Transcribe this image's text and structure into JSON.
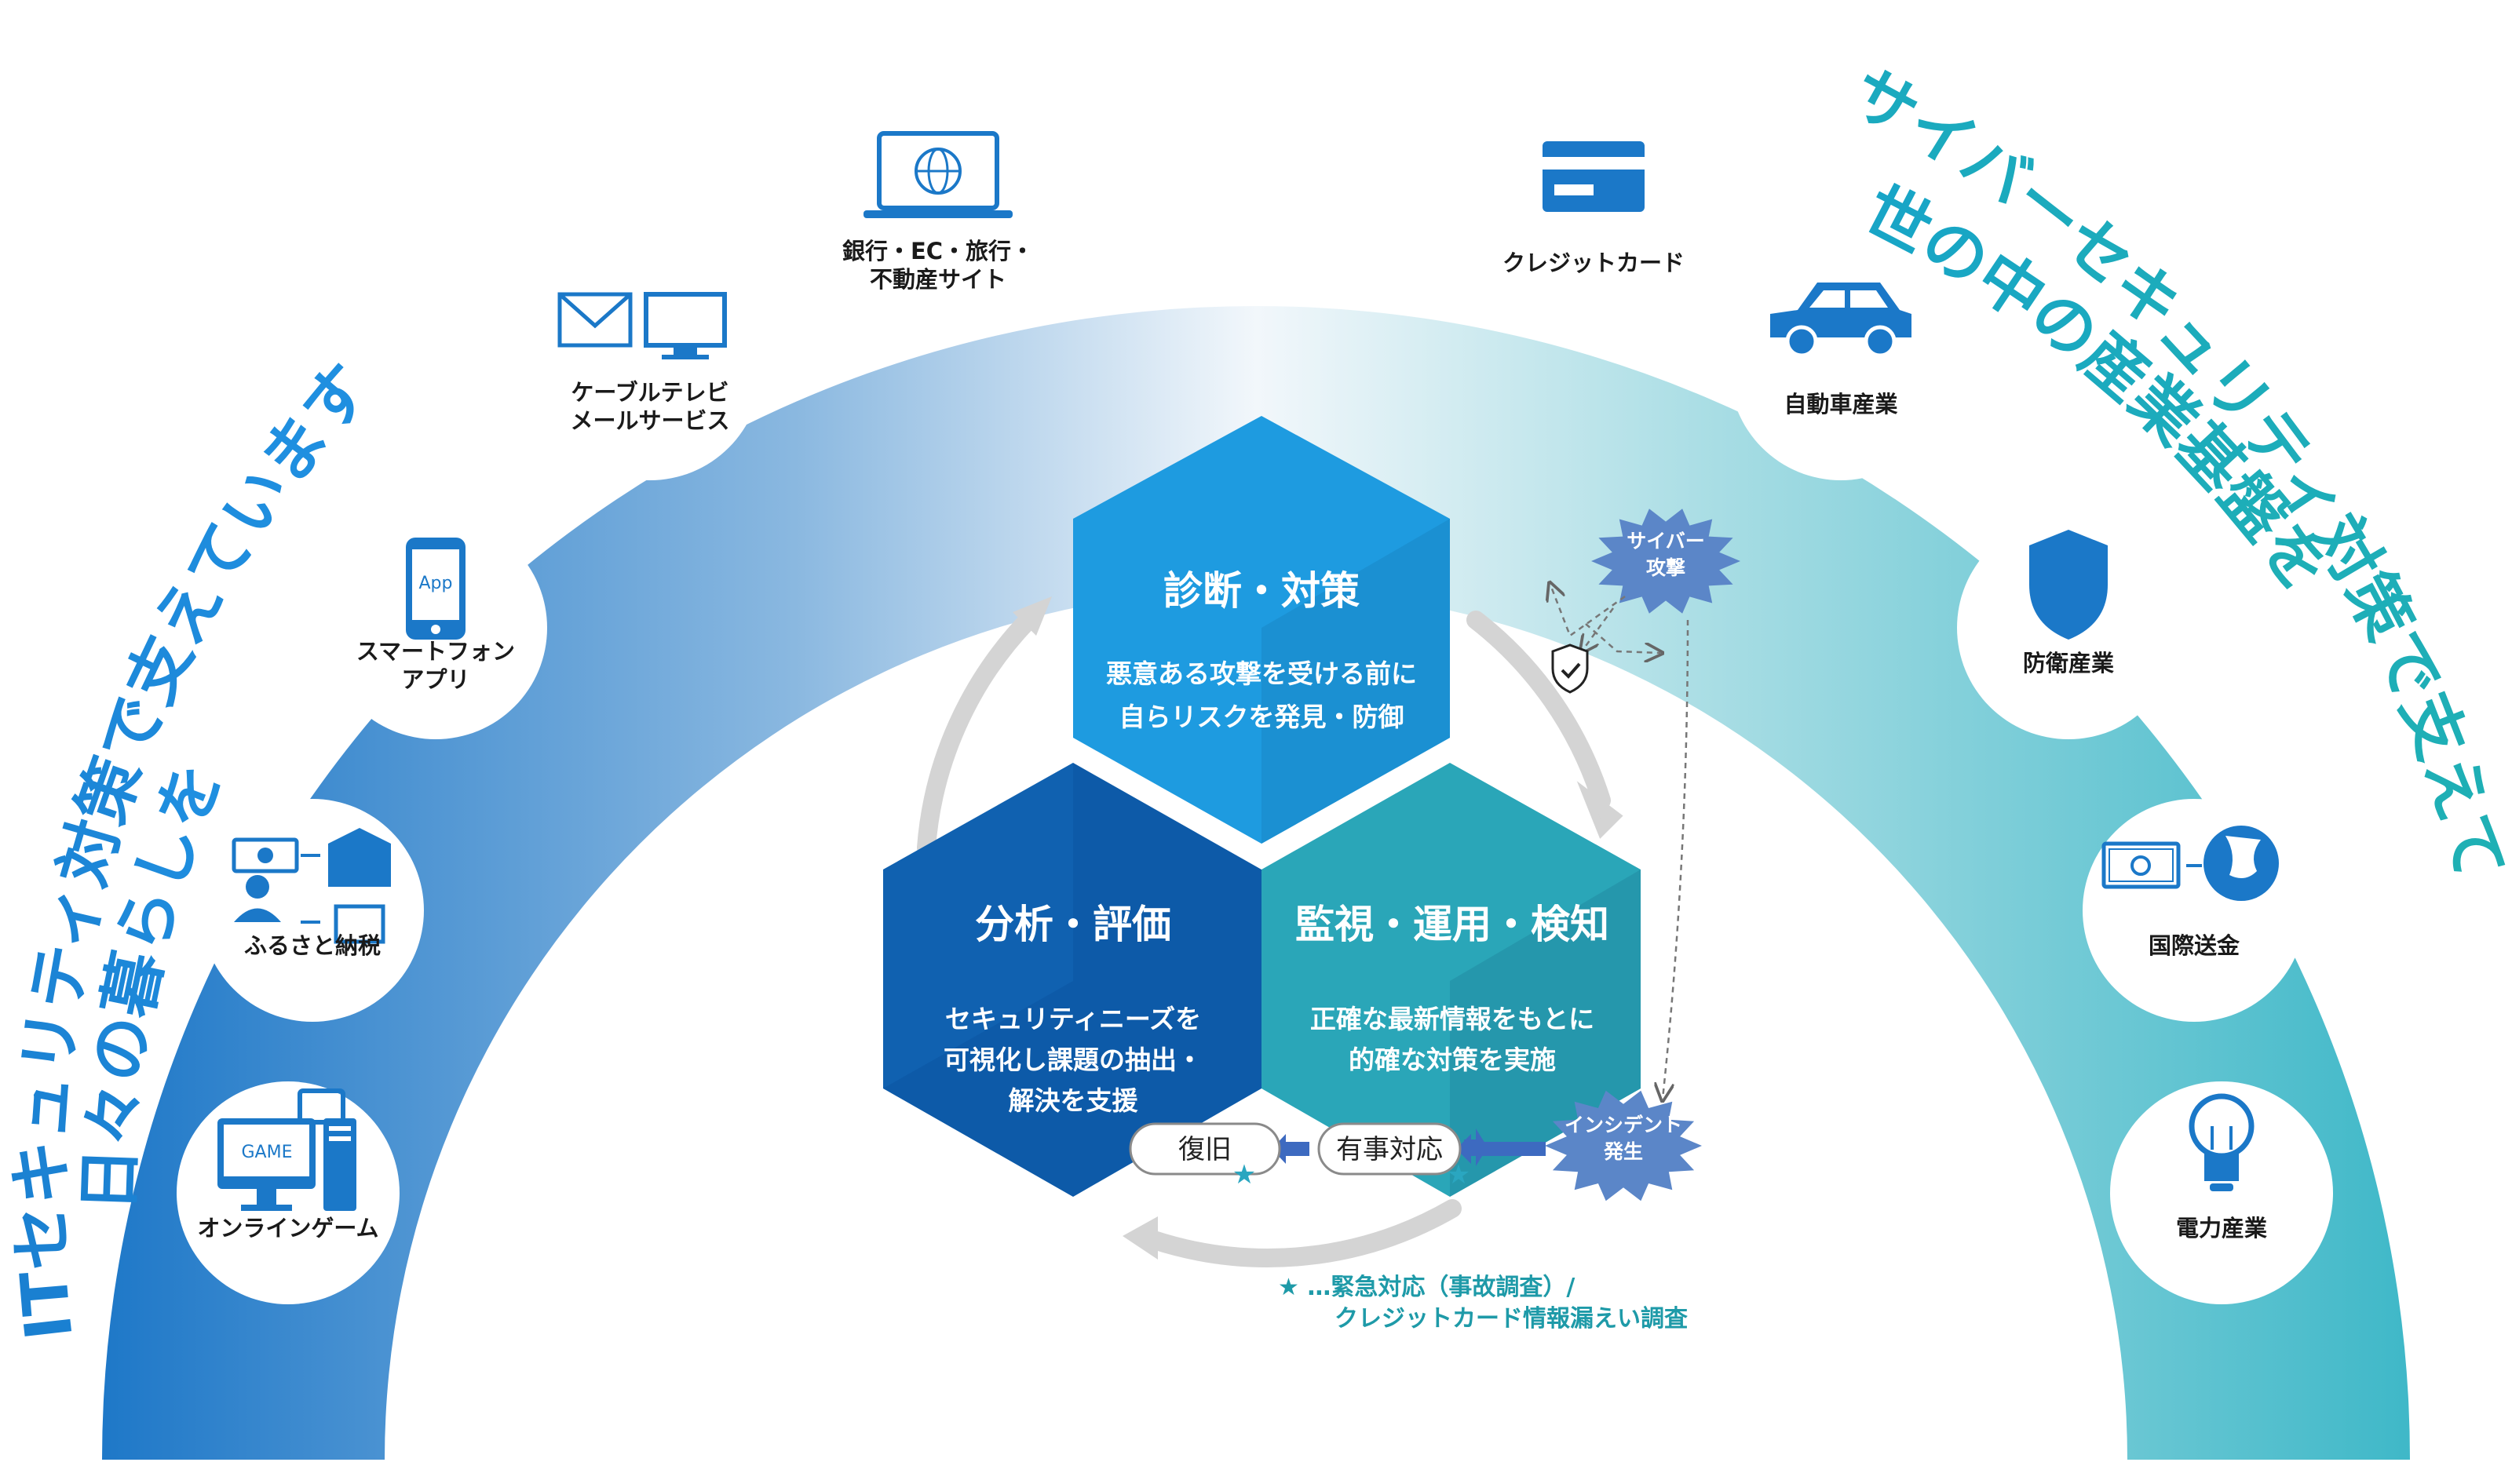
{
  "colors": {
    "arc_left": "#1e78c8",
    "arc_right": "#3fb8c8",
    "icon_blue": "#1b78c8",
    "hex_top": "#1e9be0",
    "hex_left": "#0d5aa8",
    "hex_right": "#2aa6b8",
    "note_teal": "#1e9aa8",
    "burst": "#5b86c8"
  },
  "left_arc_text": {
    "line1": "日々の暮らしを",
    "line2": "ITセキュリティ対策で支えています"
  },
  "right_arc_text": {
    "line1": "世の中の産業基盤を",
    "line2": "サイバーセキュリティ対策で支えています"
  },
  "left_items": [
    {
      "icon": "game-pc-icon",
      "label_lines": [
        "オンラインゲーム"
      ],
      "icon_text": "GAME"
    },
    {
      "icon": "furusato-tax-icon",
      "label_lines": [
        "ふるさと納税"
      ]
    },
    {
      "icon": "smartphone-app-icon",
      "label_lines": [
        "スマートフォン",
        "アプリ"
      ],
      "icon_text": "App"
    },
    {
      "icon": "mail-tv-icon",
      "label_lines": [
        "ケーブルテレビ",
        "メールサービス"
      ]
    },
    {
      "icon": "laptop-globe-icon",
      "label_lines": [
        "銀行・EC・旅行・",
        "不動産サイト"
      ]
    }
  ],
  "right_items": [
    {
      "icon": "credit-card-icon",
      "label_lines": [
        "クレジットカード"
      ]
    },
    {
      "icon": "car-icon",
      "label_lines": [
        "自動車産業"
      ]
    },
    {
      "icon": "shield-icon",
      "label_lines": [
        "防衛産業"
      ]
    },
    {
      "icon": "money-globe-icon",
      "label_lines": [
        "国際送金"
      ]
    },
    {
      "icon": "light-bulb-icon",
      "label_lines": [
        "電力産業"
      ]
    }
  ],
  "hexagons": {
    "top": {
      "title": "診断・対策",
      "desc": [
        "悪意ある攻撃を受ける前に",
        "自らリスクを発見・防御"
      ]
    },
    "left": {
      "title": "分析・評価",
      "desc": [
        "セキュリティニーズを",
        "可視化し課題の抽出・",
        "解決を支援"
      ]
    },
    "right": {
      "title": "監視・運用・検知",
      "desc": [
        "正確な最新情報をもとに",
        "的確な対策を実施"
      ]
    }
  },
  "cyber_attack": [
    "サイバー",
    "攻撃"
  ],
  "incident": [
    "インシデント",
    "発生"
  ],
  "pills": {
    "recovery": "復旧",
    "emergency": "有事対応"
  },
  "note": {
    "line1": "★ …緊急対応（事故調査）/",
    "line2": "クレジットカード情報漏えい調査"
  }
}
